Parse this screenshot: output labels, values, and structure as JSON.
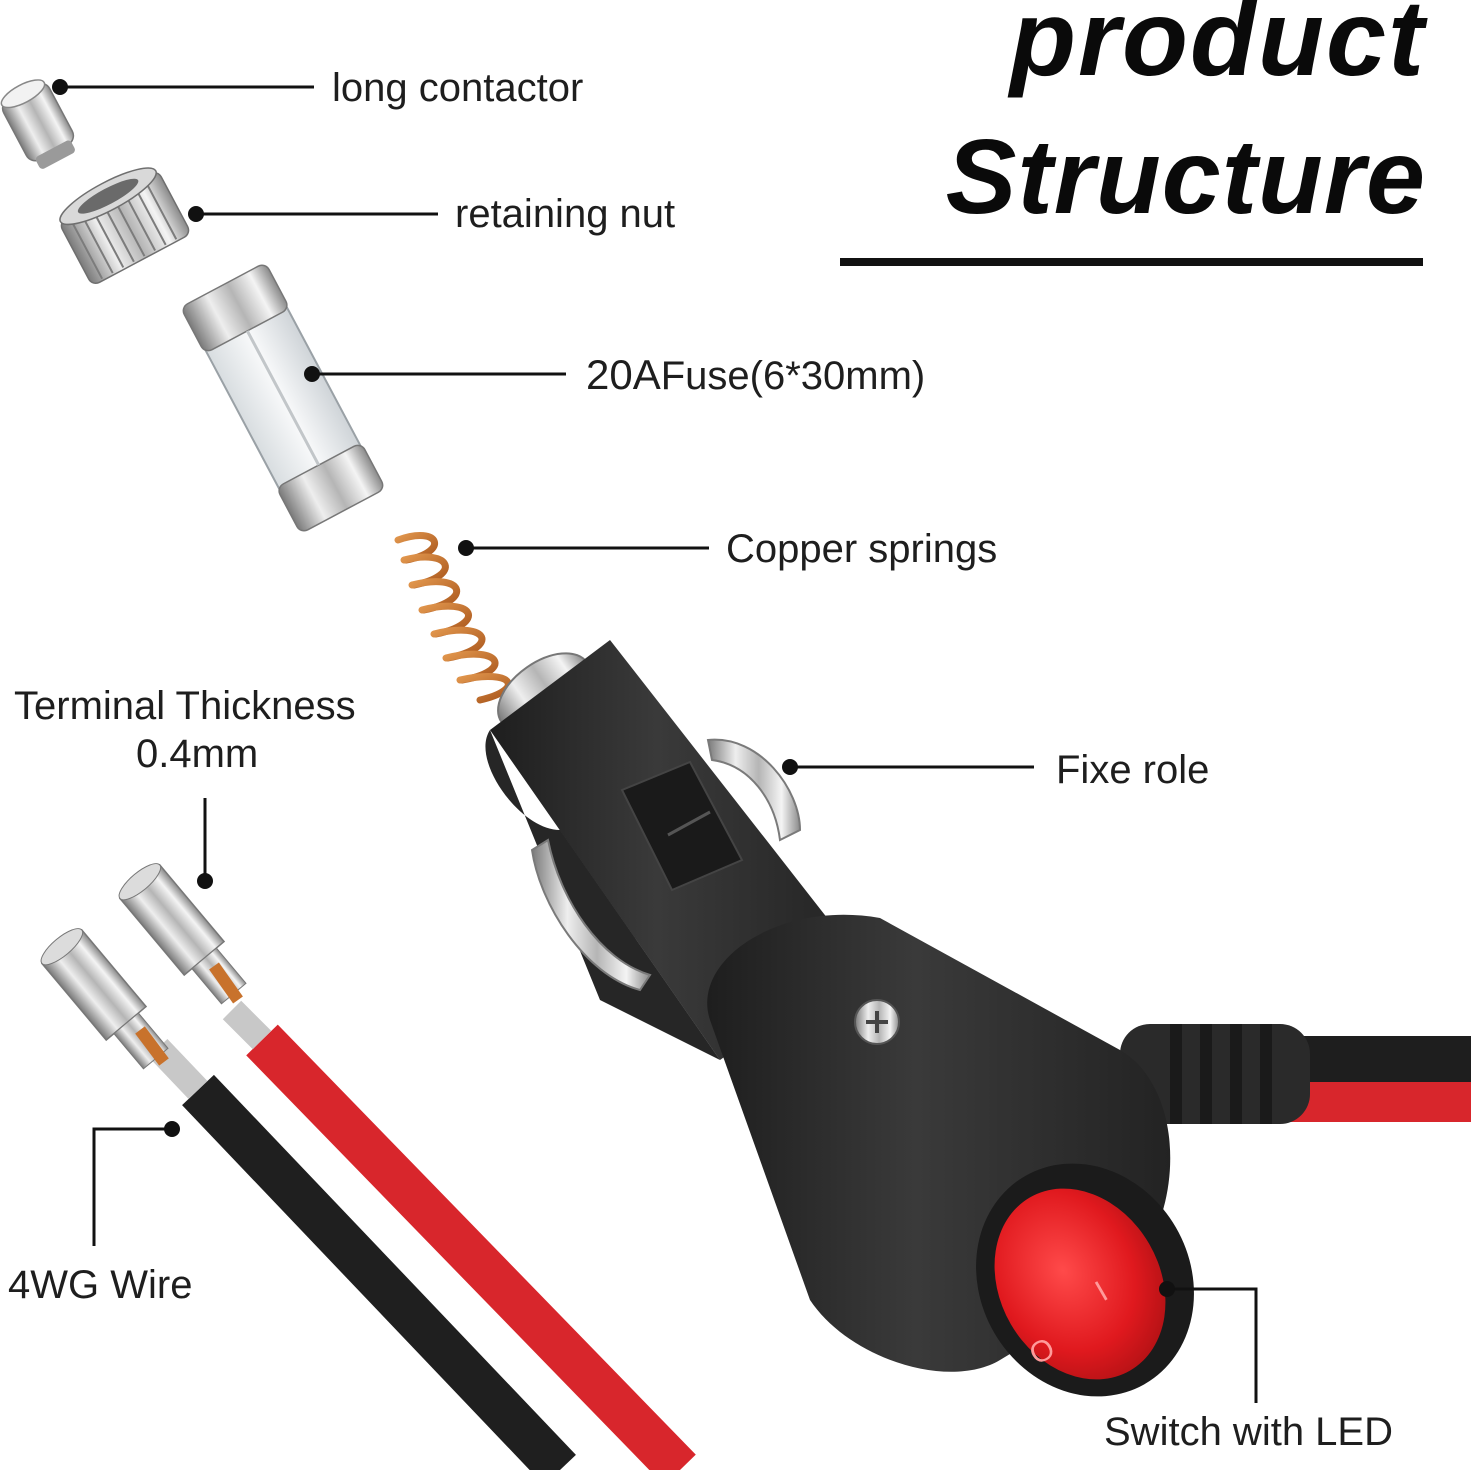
{
  "title": {
    "line1": "product",
    "line2": "Structure"
  },
  "labels": {
    "long_contactor": "long contactor",
    "retaining_nut": "retaining nut",
    "fuse_rating": "20A",
    "fuse_spec": "Fuse(6*30mm)",
    "copper_springs": "Copper springs",
    "terminal_thickness": "Terminal Thickness",
    "terminal_thickness_value": "0.4mm",
    "fixe_role": "Fixe role",
    "wire": "4WG Wire",
    "switch": "Switch with LED"
  },
  "colors": {
    "red_wire": "#d8262c",
    "black_wire": "#1f1f1f",
    "plug_body": "#2b2b2b",
    "switch_red": "#e0191e",
    "copper": "#c8722c",
    "metal": "#b8b8b8"
  },
  "icons": {
    "switch_on_symbol": "I",
    "switch_off_symbol": "O"
  }
}
